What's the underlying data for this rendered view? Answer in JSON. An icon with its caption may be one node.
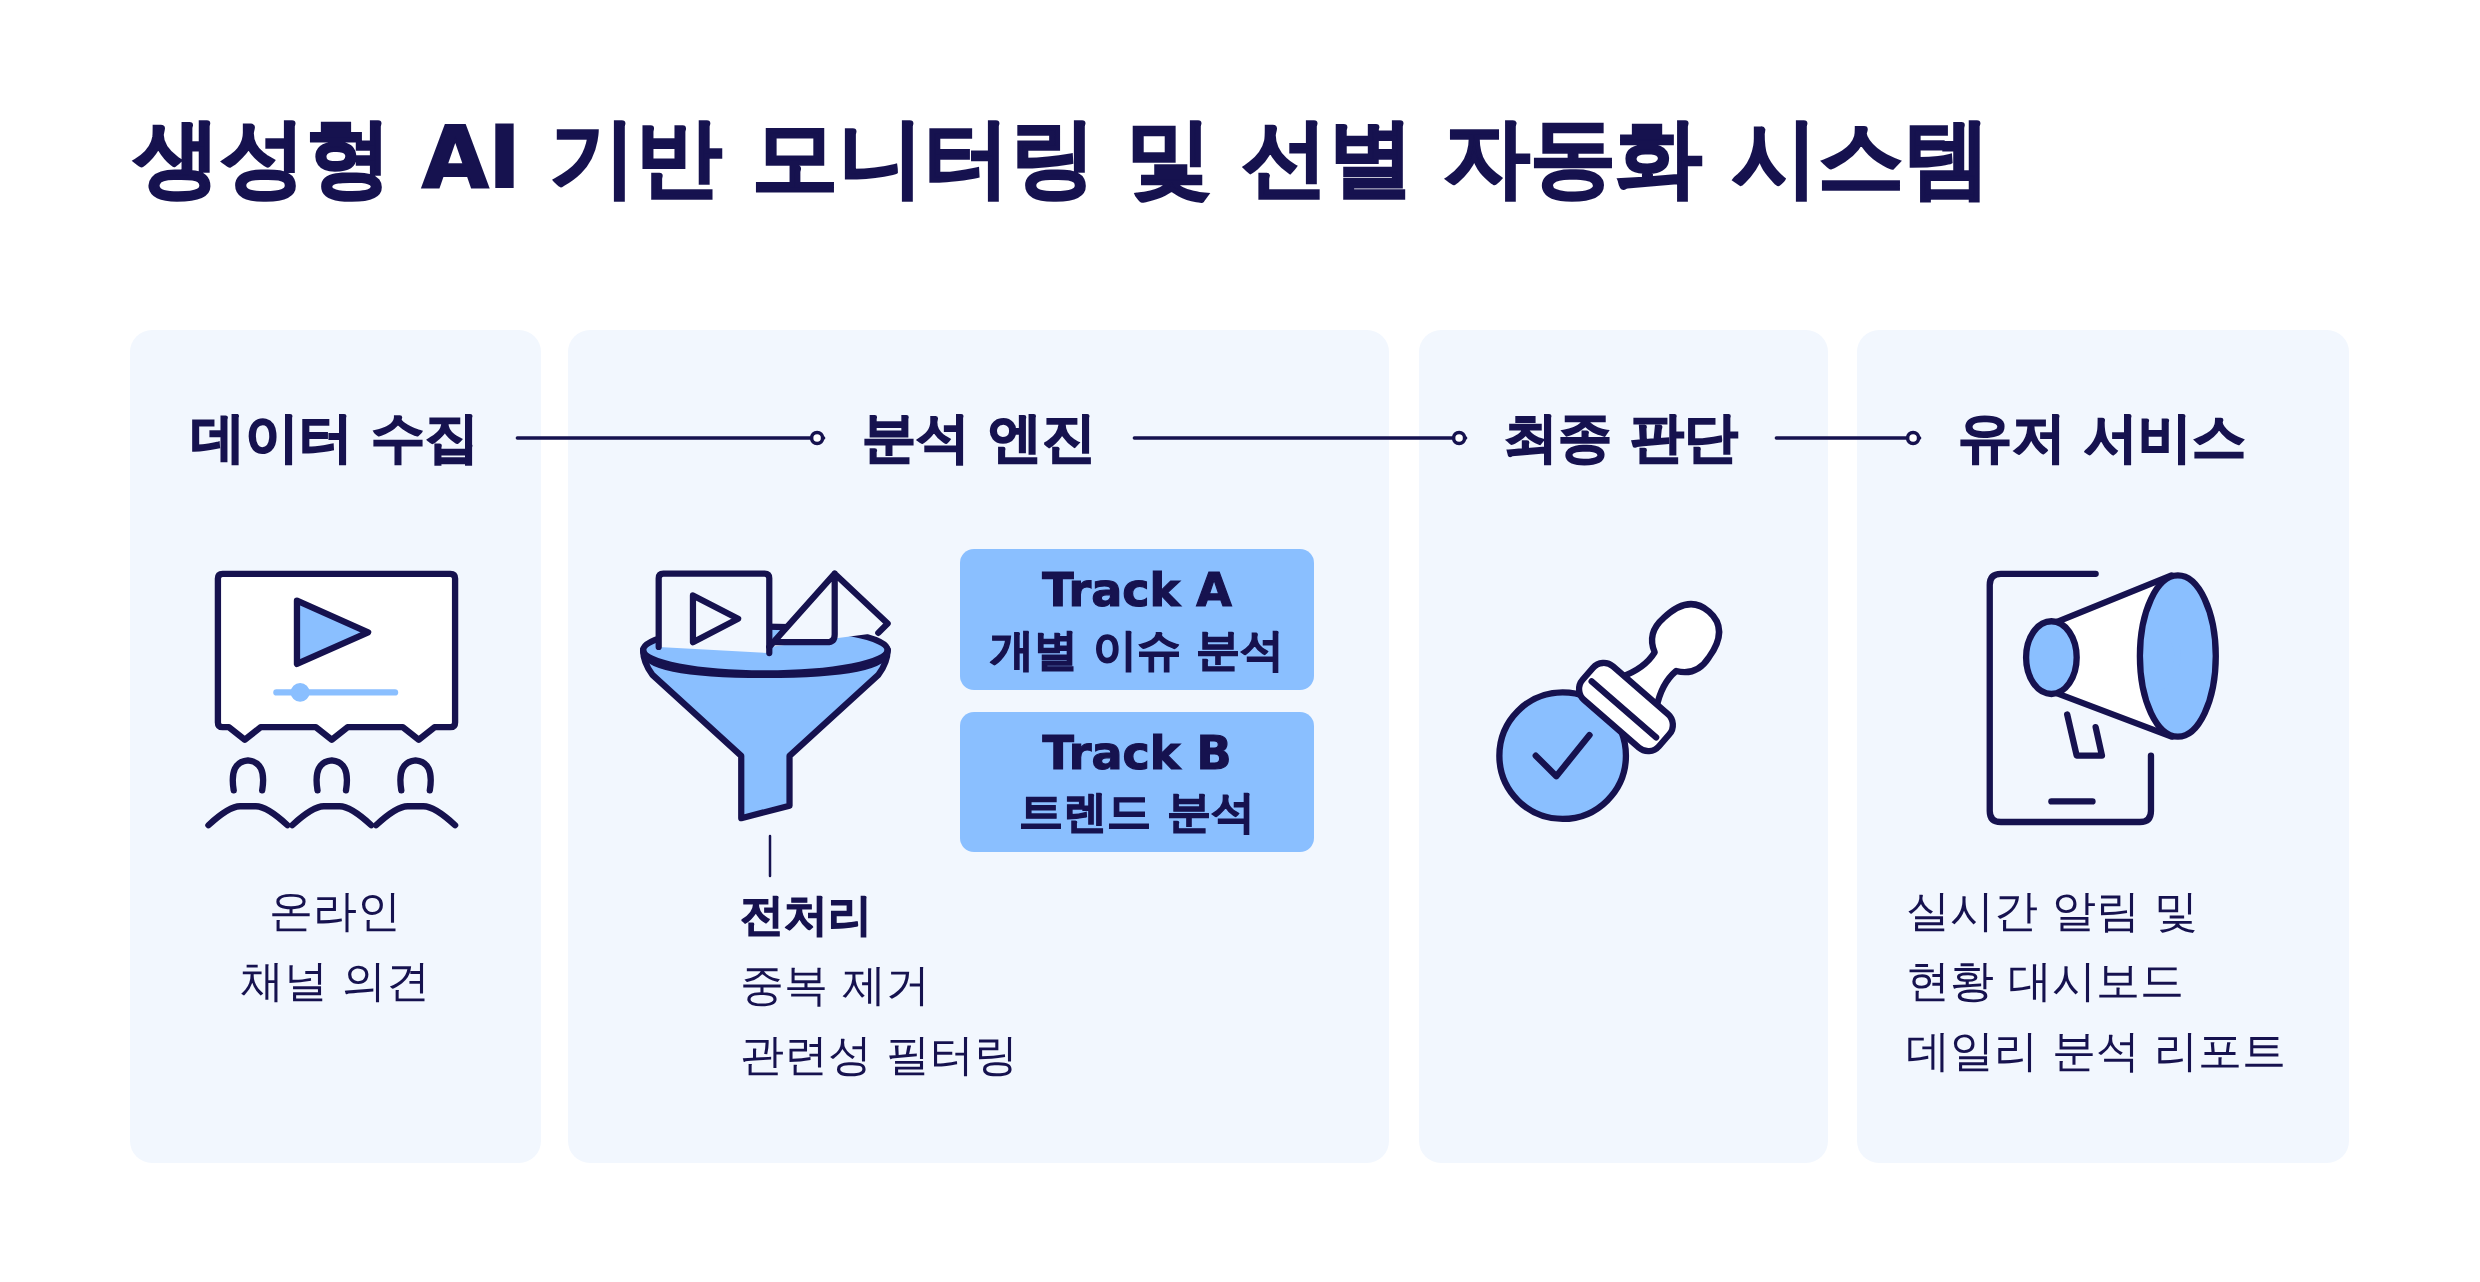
{
  "diagram": {
    "title": "생성형 AI 기반 모니터링 및 선별 자동화 시스템",
    "nodes": [
      {
        "text": [
          "온라인 채널 의견"
        ]
      },
      {
        "text": [
          "데이터 수집"
        ],
        "in": 0
      },
      {
        "text": [],
        "shape": "box"
      },
      {
        "text": [
          "분석 엔진"
        ],
        "in": 2
      },
      {
        "text": [],
        "shape": "picture",
        "in": 2
      },
      {
        "text": [
          "전처리",
          "중복 제거",
          "관련성 필터링"
        ],
        "in": 2
      },
      {
        "text": [
          "Track A",
          "개별 이슈 분석"
        ],
        "in": 2
      },
      {
        "text": [
          "Track B",
          "트렌드 분석"
        ],
        "in": 2
      },
      {
        "text": [],
        "shape": "box"
      },
      {
        "text": [
          "최종 판단"
        ],
        "in": 8
      },
      {
        "text": [
          "실시간 알림 및 현황 대시보드",
          "데일리 분석 리포트"
        ]
      },
      {
        "text": [
          "유저 서비스"
        ],
        "in": 10
      }
    ],
    "edges": [
      {
        "from": 1,
        "to": 3,
        "arrow": "other"
      },
      {
        "from": 3,
        "to": 9,
        "arrow": "other"
      },
      {
        "from": 9,
        "to": 11,
        "arrow": "other"
      },
      {
        "from": 5,
        "to": 4,
        "arrow": "none"
      }
    ]
  }
}
